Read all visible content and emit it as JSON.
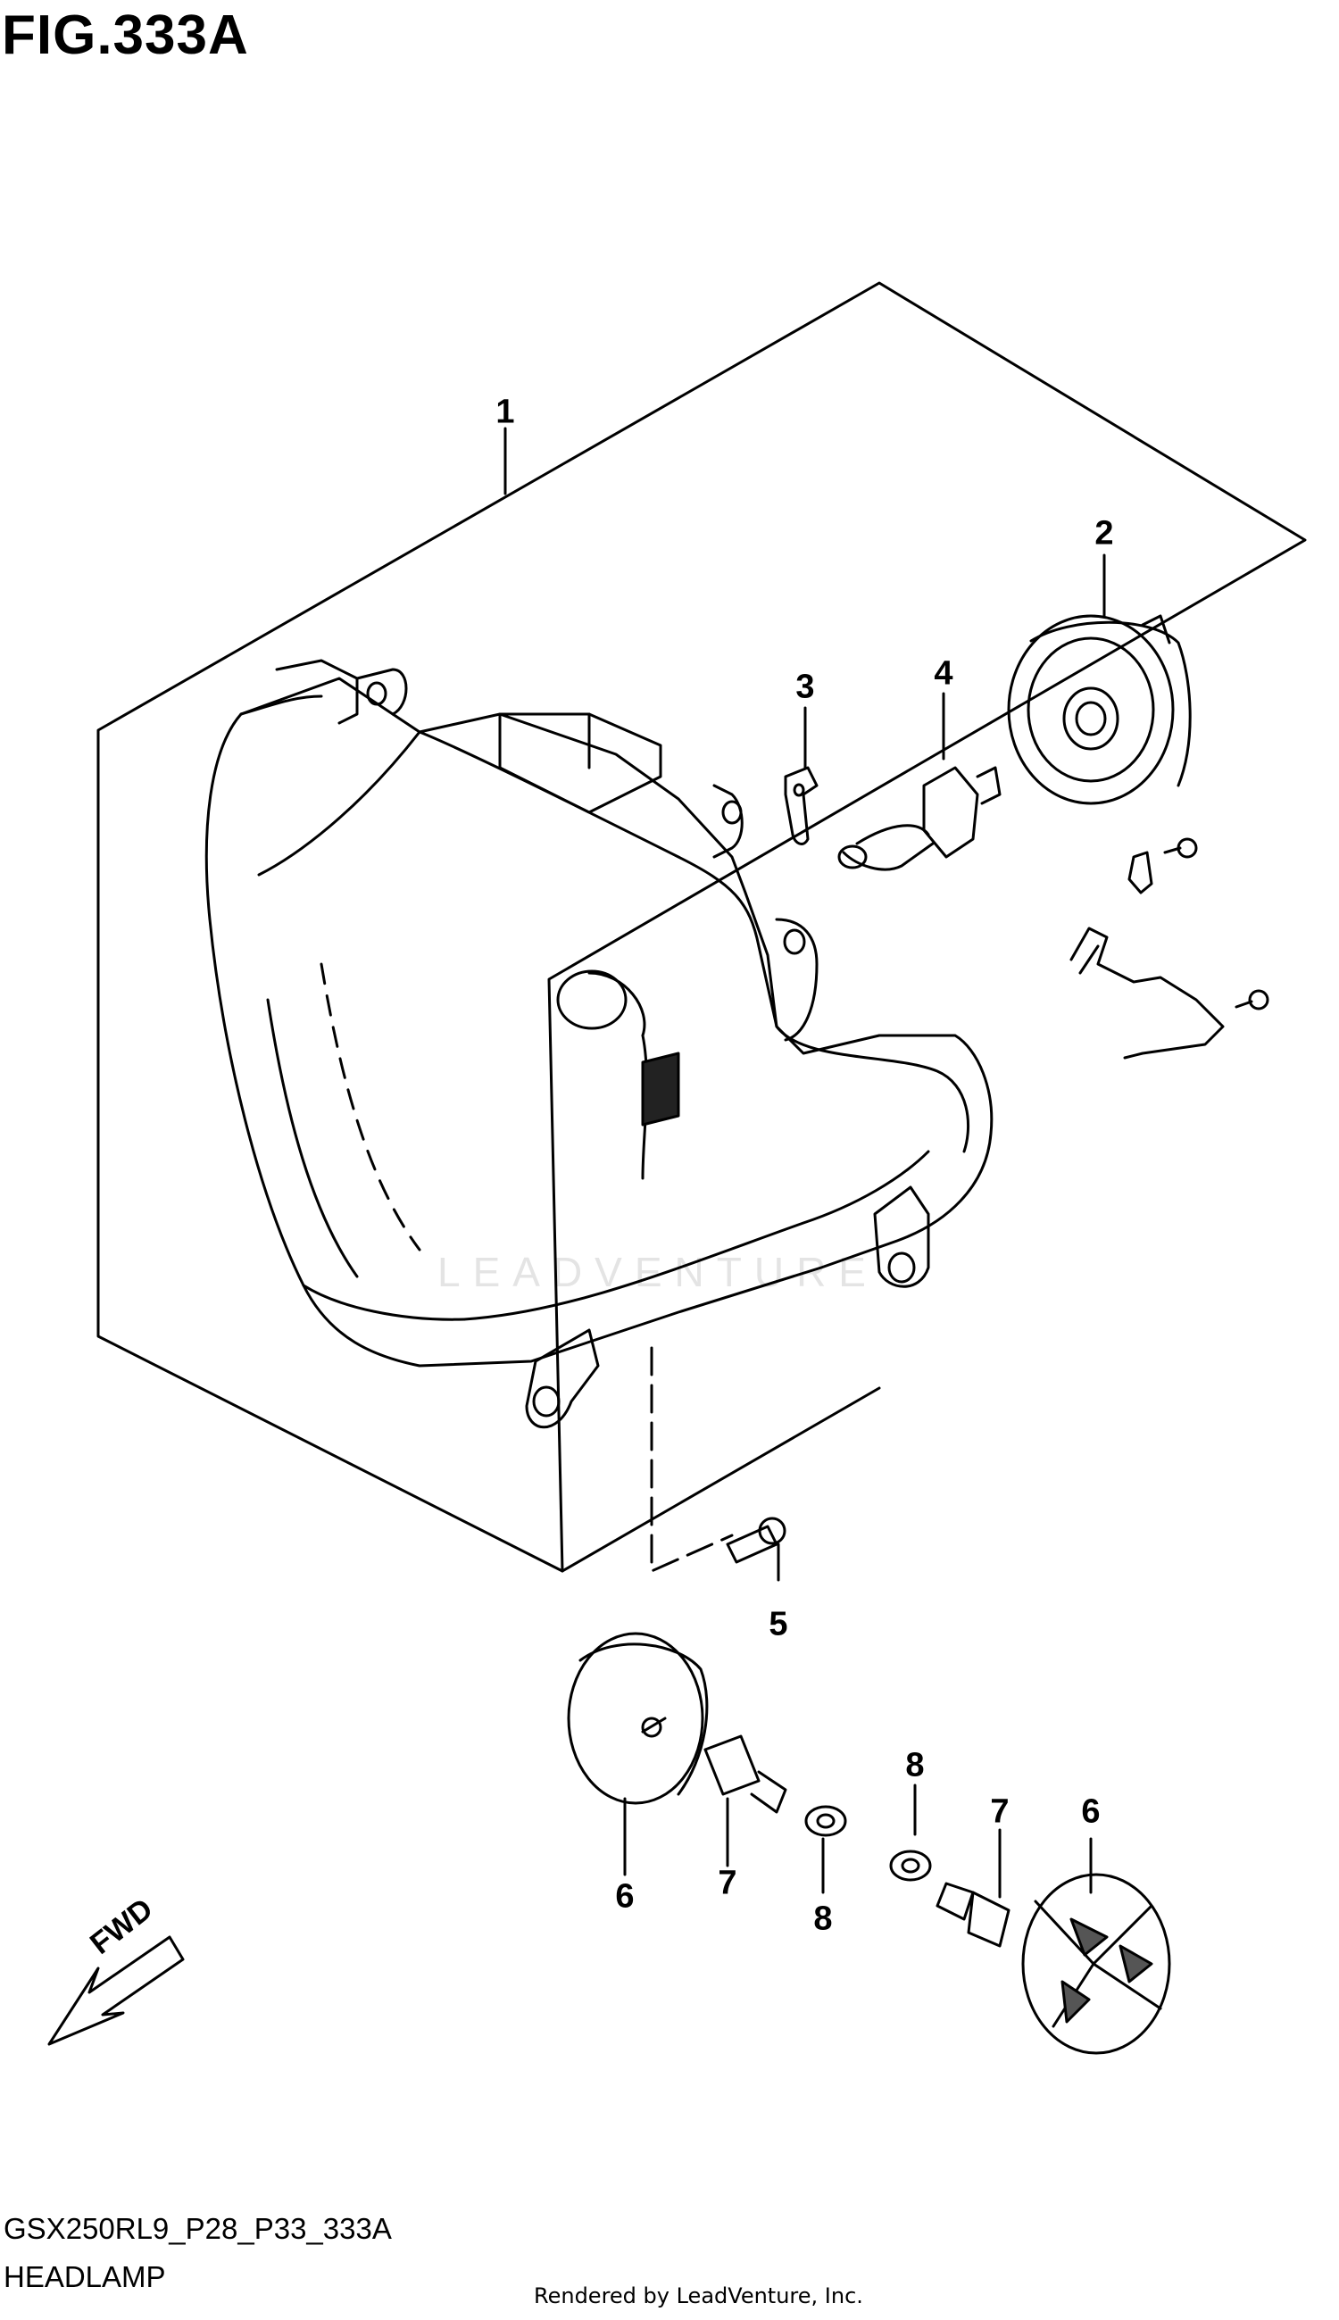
{
  "figure": {
    "title": "FIG.333A",
    "watermark": "LEADVENTURE"
  },
  "callouts": {
    "c1": "1",
    "c2": "2",
    "c3": "3",
    "c4": "4",
    "c5": "5",
    "c6a": "6",
    "c6b": "6",
    "c7a": "7",
    "c7b": "7",
    "c8a": "8",
    "c8b": "8"
  },
  "direction": {
    "label": "FWD"
  },
  "footer": {
    "code": "GSX250RL9_P28_P33_333A",
    "name": "HEADLAMP",
    "rendered_by": "Rendered by LeadVenture, Inc."
  }
}
